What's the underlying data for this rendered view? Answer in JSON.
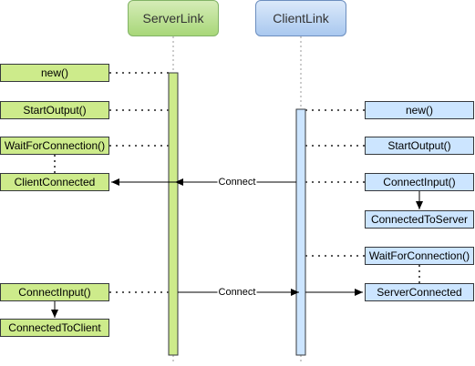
{
  "participants": {
    "server": "ServerLink",
    "client": "ClientLink"
  },
  "server_calls": {
    "new": "new()",
    "start_output": "StartOutput()",
    "wait_for_connection": "WaitForConnection()",
    "client_connected": "ClientConnected",
    "connect_input": "ConnectInput()",
    "connected_to_client": "ConnectedToClient"
  },
  "client_calls": {
    "new": "new()",
    "start_output": "StartOutput()",
    "connect_input": "ConnectInput()",
    "connected_to_server": "ConnectedToServer",
    "wait_for_connection": "WaitForConnection()",
    "server_connected": "ServerConnected"
  },
  "messages": {
    "connect_to_server": "Connect",
    "connect_to_client": "Connect"
  },
  "colors": {
    "server_fill": "#cdeb8b",
    "server_head": "#a8d779",
    "client_fill": "#cce5ff",
    "client_head": "#a9c8ef"
  }
}
